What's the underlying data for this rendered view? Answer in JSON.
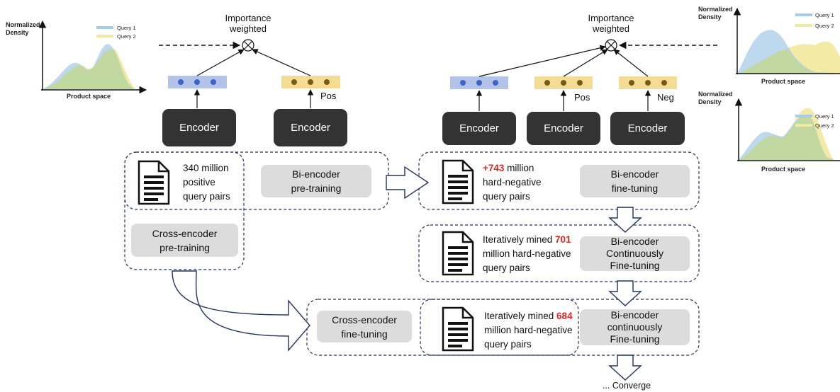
{
  "plots": {
    "left": {
      "ylabel": "Normalized\nDensity",
      "xlabel": "Product space",
      "legend": [
        "Query 1",
        "Query 2"
      ]
    },
    "top_right": {
      "ylabel": "Normalized\nDensity",
      "xlabel": "Product space",
      "legend": [
        "Query 1",
        "Query 2"
      ]
    },
    "bottom_right": {
      "ylabel": "Normalized\nDensity",
      "xlabel": "Product space",
      "legend": [
        "Query 1",
        "Query 2"
      ]
    }
  },
  "importance_label": "Importance\nweighted",
  "encoders": {
    "label": "Encoder",
    "pos": "Pos",
    "neg": "Neg"
  },
  "stage1": {
    "desc": "340 million\npositive\nquery pairs",
    "bi_pretrain": "Bi-encoder\npre-training",
    "cross_pretrain": "Cross-encoder\npre-training"
  },
  "stage2": {
    "desc_number": "+743",
    "desc_rest": " million\nhard-negative\nquery pairs",
    "button": "Bi-encoder\nfine-tuning"
  },
  "stage3": {
    "desc_prefix": "Iteratively mined ",
    "desc_number": "701",
    "desc_rest": "\nmillion hard-negative\nquery pairs",
    "button": "Bi-encoder\nContinuously\nFine-tuning"
  },
  "stage4": {
    "cross_finetune": "Cross-encoder\nfine-tuning",
    "desc_prefix": "Iteratively mined ",
    "desc_number": "684",
    "desc_rest": "\nmillion hard-negative\nquery pairs",
    "button": "Bi-encoder\ncontinuously\nFine-tuning"
  },
  "converge": "... Converge",
  "colors": {
    "query1": "#a8cbe8",
    "query2": "#f2e9a0",
    "overlap": "#c2d89a",
    "query_vec": "#b3c2e8",
    "doc_vec": "#f5dc95",
    "encoder": "#333333",
    "gray_box": "#dcdcdc",
    "highlight": "#e0261c"
  }
}
